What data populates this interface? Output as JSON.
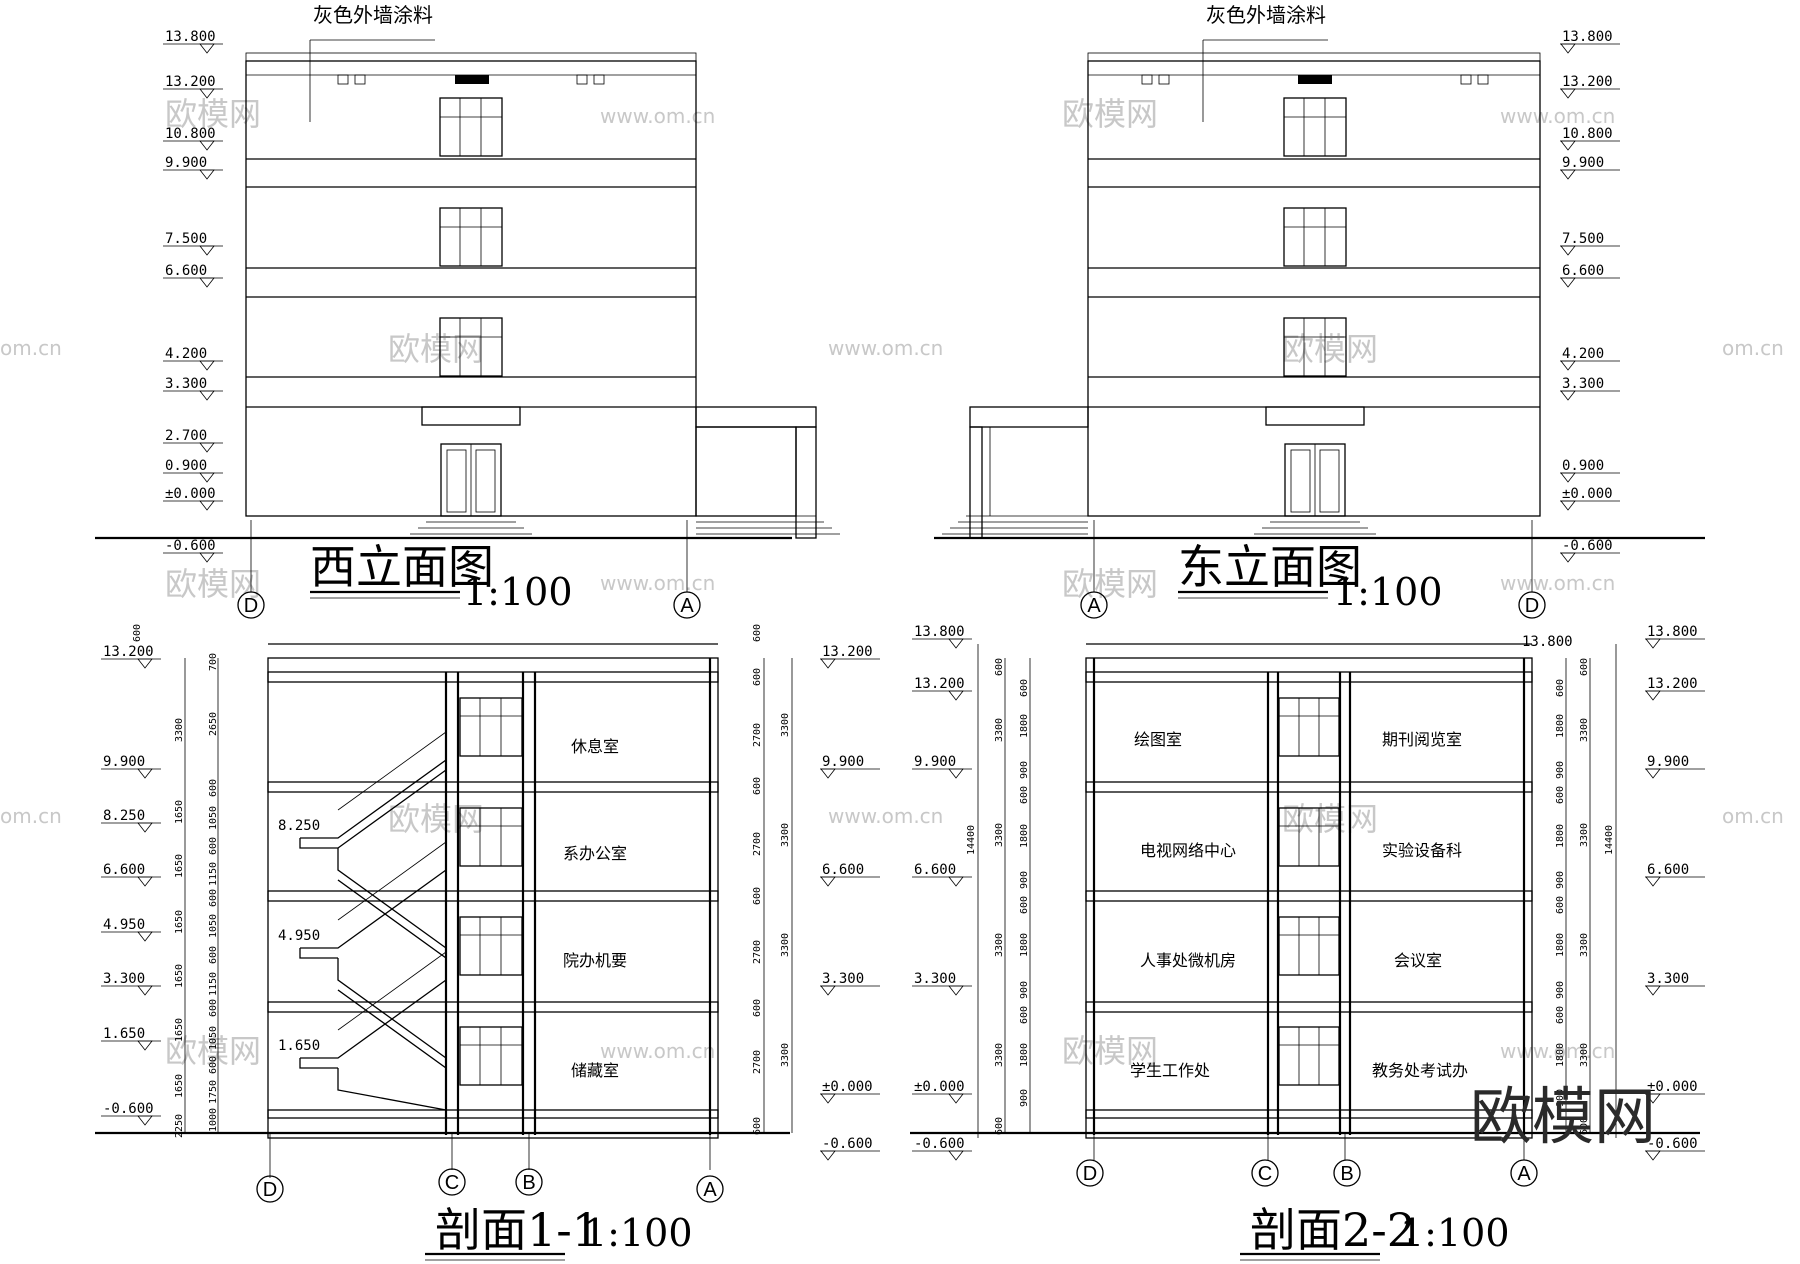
{
  "labels": {
    "west_title": "西立面图",
    "east_title": "东立面图",
    "sec1_title": "剖面1-1",
    "sec2_title": "剖面2-2",
    "scale": "1:100",
    "material_note": "灰色外墙涂料",
    "logo": "欧模网",
    "watermark_cn": "欧模网",
    "watermark_url": "www.om.cn",
    "watermark_short": "om.cn"
  },
  "axes": {
    "west": [
      "D",
      "A"
    ],
    "east": [
      "A",
      "D"
    ],
    "sec1": [
      "D",
      "C",
      "B",
      "A"
    ],
    "sec2": [
      "D",
      "C",
      "B",
      "A"
    ]
  },
  "elevations": {
    "west_left": [
      "13.800",
      "13.200",
      "10.800",
      "9.900",
      "7.500",
      "6.600",
      "4.200",
      "3.300",
      "2.700",
      "0.900",
      "±0.000",
      "-0.600"
    ],
    "east_right": [
      "13.800",
      "13.200",
      "10.800",
      "9.900",
      "7.500",
      "6.600",
      "4.200",
      "3.300",
      "0.900",
      "±0.000",
      "-0.600"
    ],
    "sec1_left": [
      "13.200",
      "9.900",
      "8.250",
      "6.600",
      "4.950",
      "3.300",
      "1.650",
      "-0.600"
    ],
    "sec1_right": [
      "13.200",
      "9.900",
      "6.600",
      "3.300",
      "±0.000",
      "-0.600"
    ],
    "sec1_landings": [
      "8.250",
      "4.950",
      "1.650"
    ],
    "sec2_left": [
      "13.800",
      "13.200",
      "9.900",
      "6.600",
      "3.300",
      "±0.000",
      "-0.600"
    ],
    "sec2_right": [
      "13.800",
      "13.200",
      "9.900",
      "6.600",
      "3.300",
      "±0.000",
      "-0.600"
    ],
    "sec2_top_mid": "13.800"
  },
  "rooms": {
    "sec1": [
      "休息室",
      "系办公室",
      "院办机要",
      "储藏室"
    ],
    "sec2_left": [
      "绘图室",
      "电视网络中心",
      "人事处微机房",
      "学生工作处"
    ],
    "sec2_right": [
      "期刊阅览室",
      "实验设备科",
      "会议室",
      "教务处考试办"
    ]
  },
  "dims": {
    "parapet": "600",
    "sec1_outer": [
      "3300",
      "1650",
      "1650",
      "1650",
      "1650",
      "1650",
      "1650",
      "2250"
    ],
    "sec1_inner": [
      "700",
      "2650",
      "600",
      "1050",
      "600",
      "1150",
      "600",
      "1050",
      "600",
      "1150",
      "600",
      "1050",
      "600",
      "1750",
      "1000"
    ],
    "sec1_right_inner": [
      "600",
      "2700",
      "600",
      "2700",
      "600",
      "2700",
      "600",
      "2700",
      "600"
    ],
    "sec1_right_outer": [
      "3300",
      "3300",
      "3300",
      "3300"
    ],
    "sec2_outer": [
      "600",
      "3300",
      "3300",
      "3300",
      "3300",
      "600"
    ],
    "sec2_inner": [
      "600",
      "1800",
      "900",
      "600",
      "1800",
      "900",
      "600",
      "1800",
      "900",
      "600",
      "1800",
      "900"
    ],
    "sec2_total": "14400"
  }
}
